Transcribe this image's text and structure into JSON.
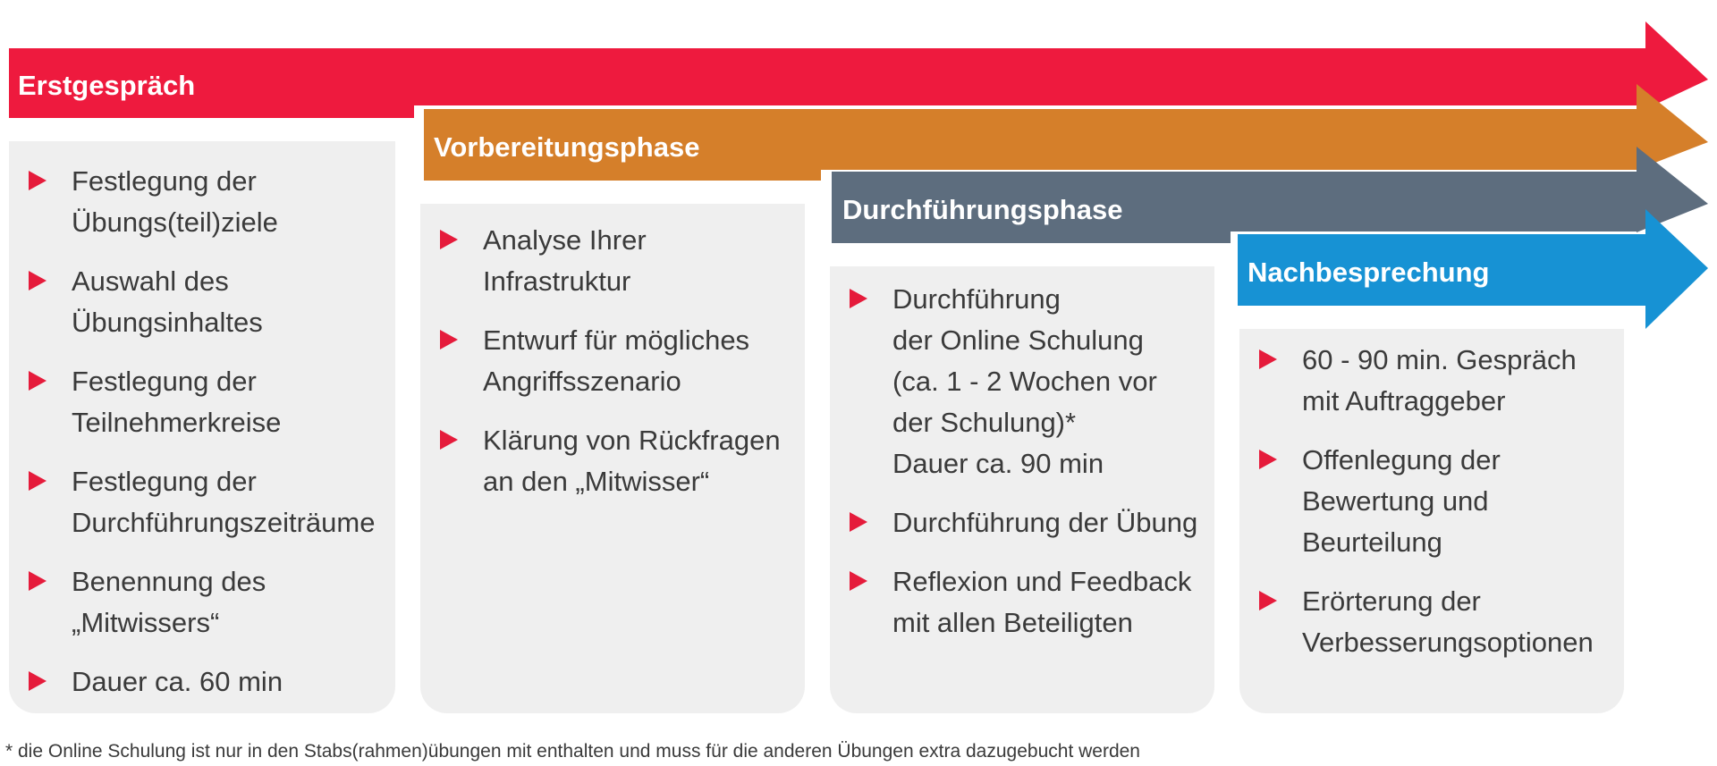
{
  "colors": {
    "erstgespraech": "#ee1a3e",
    "vorbereitungsphase": "#d57f2a",
    "durchfuehrungsphase": "#5d6d7e",
    "nachbesprechung": "#1792d4",
    "bullet": "#e51b3b",
    "card_background": "#efefef"
  },
  "phases": [
    {
      "title": "Erstgespräch",
      "items": [
        "Festlegung der\nÜbungs(teil)ziele",
        "Auswahl des\nÜbungsinhaltes",
        "Festlegung der\nTeilnehmerkreise",
        "Festlegung der\nDurchführungszeiträume",
        "Benennung des\n„Mitwissers“",
        "Dauer ca. 60 min"
      ]
    },
    {
      "title": "Vorbereitungsphase",
      "items": [
        "Analyse Ihrer\nInfrastruktur",
        "Entwurf für mögliches\nAngriffsszenario",
        "Klärung von Rückfragen\nan den „Mitwisser“"
      ]
    },
    {
      "title": "Durchführungsphase",
      "items": [
        "Durchführung\nder Online Schulung\n(ca. 1 - 2 Wochen vor\nder Schulung)*\nDauer ca. 90 min",
        "Durchführung der Übung",
        "Reflexion und Feedback\nmit allen Beteiligten"
      ]
    },
    {
      "title": "Nachbesprechung",
      "items": [
        "60 - 90 min. Gespräch\nmit Auftraggeber",
        "Offenlegung der\nBewertung und\nBeurteilung",
        "Erörterung der\nVerbesserungsoptionen"
      ]
    }
  ],
  "footnote": "* die Online Schulung ist nur in den Stabs(rahmen)übungen mit enthalten und muss für die anderen Übungen extra dazugebucht werden"
}
